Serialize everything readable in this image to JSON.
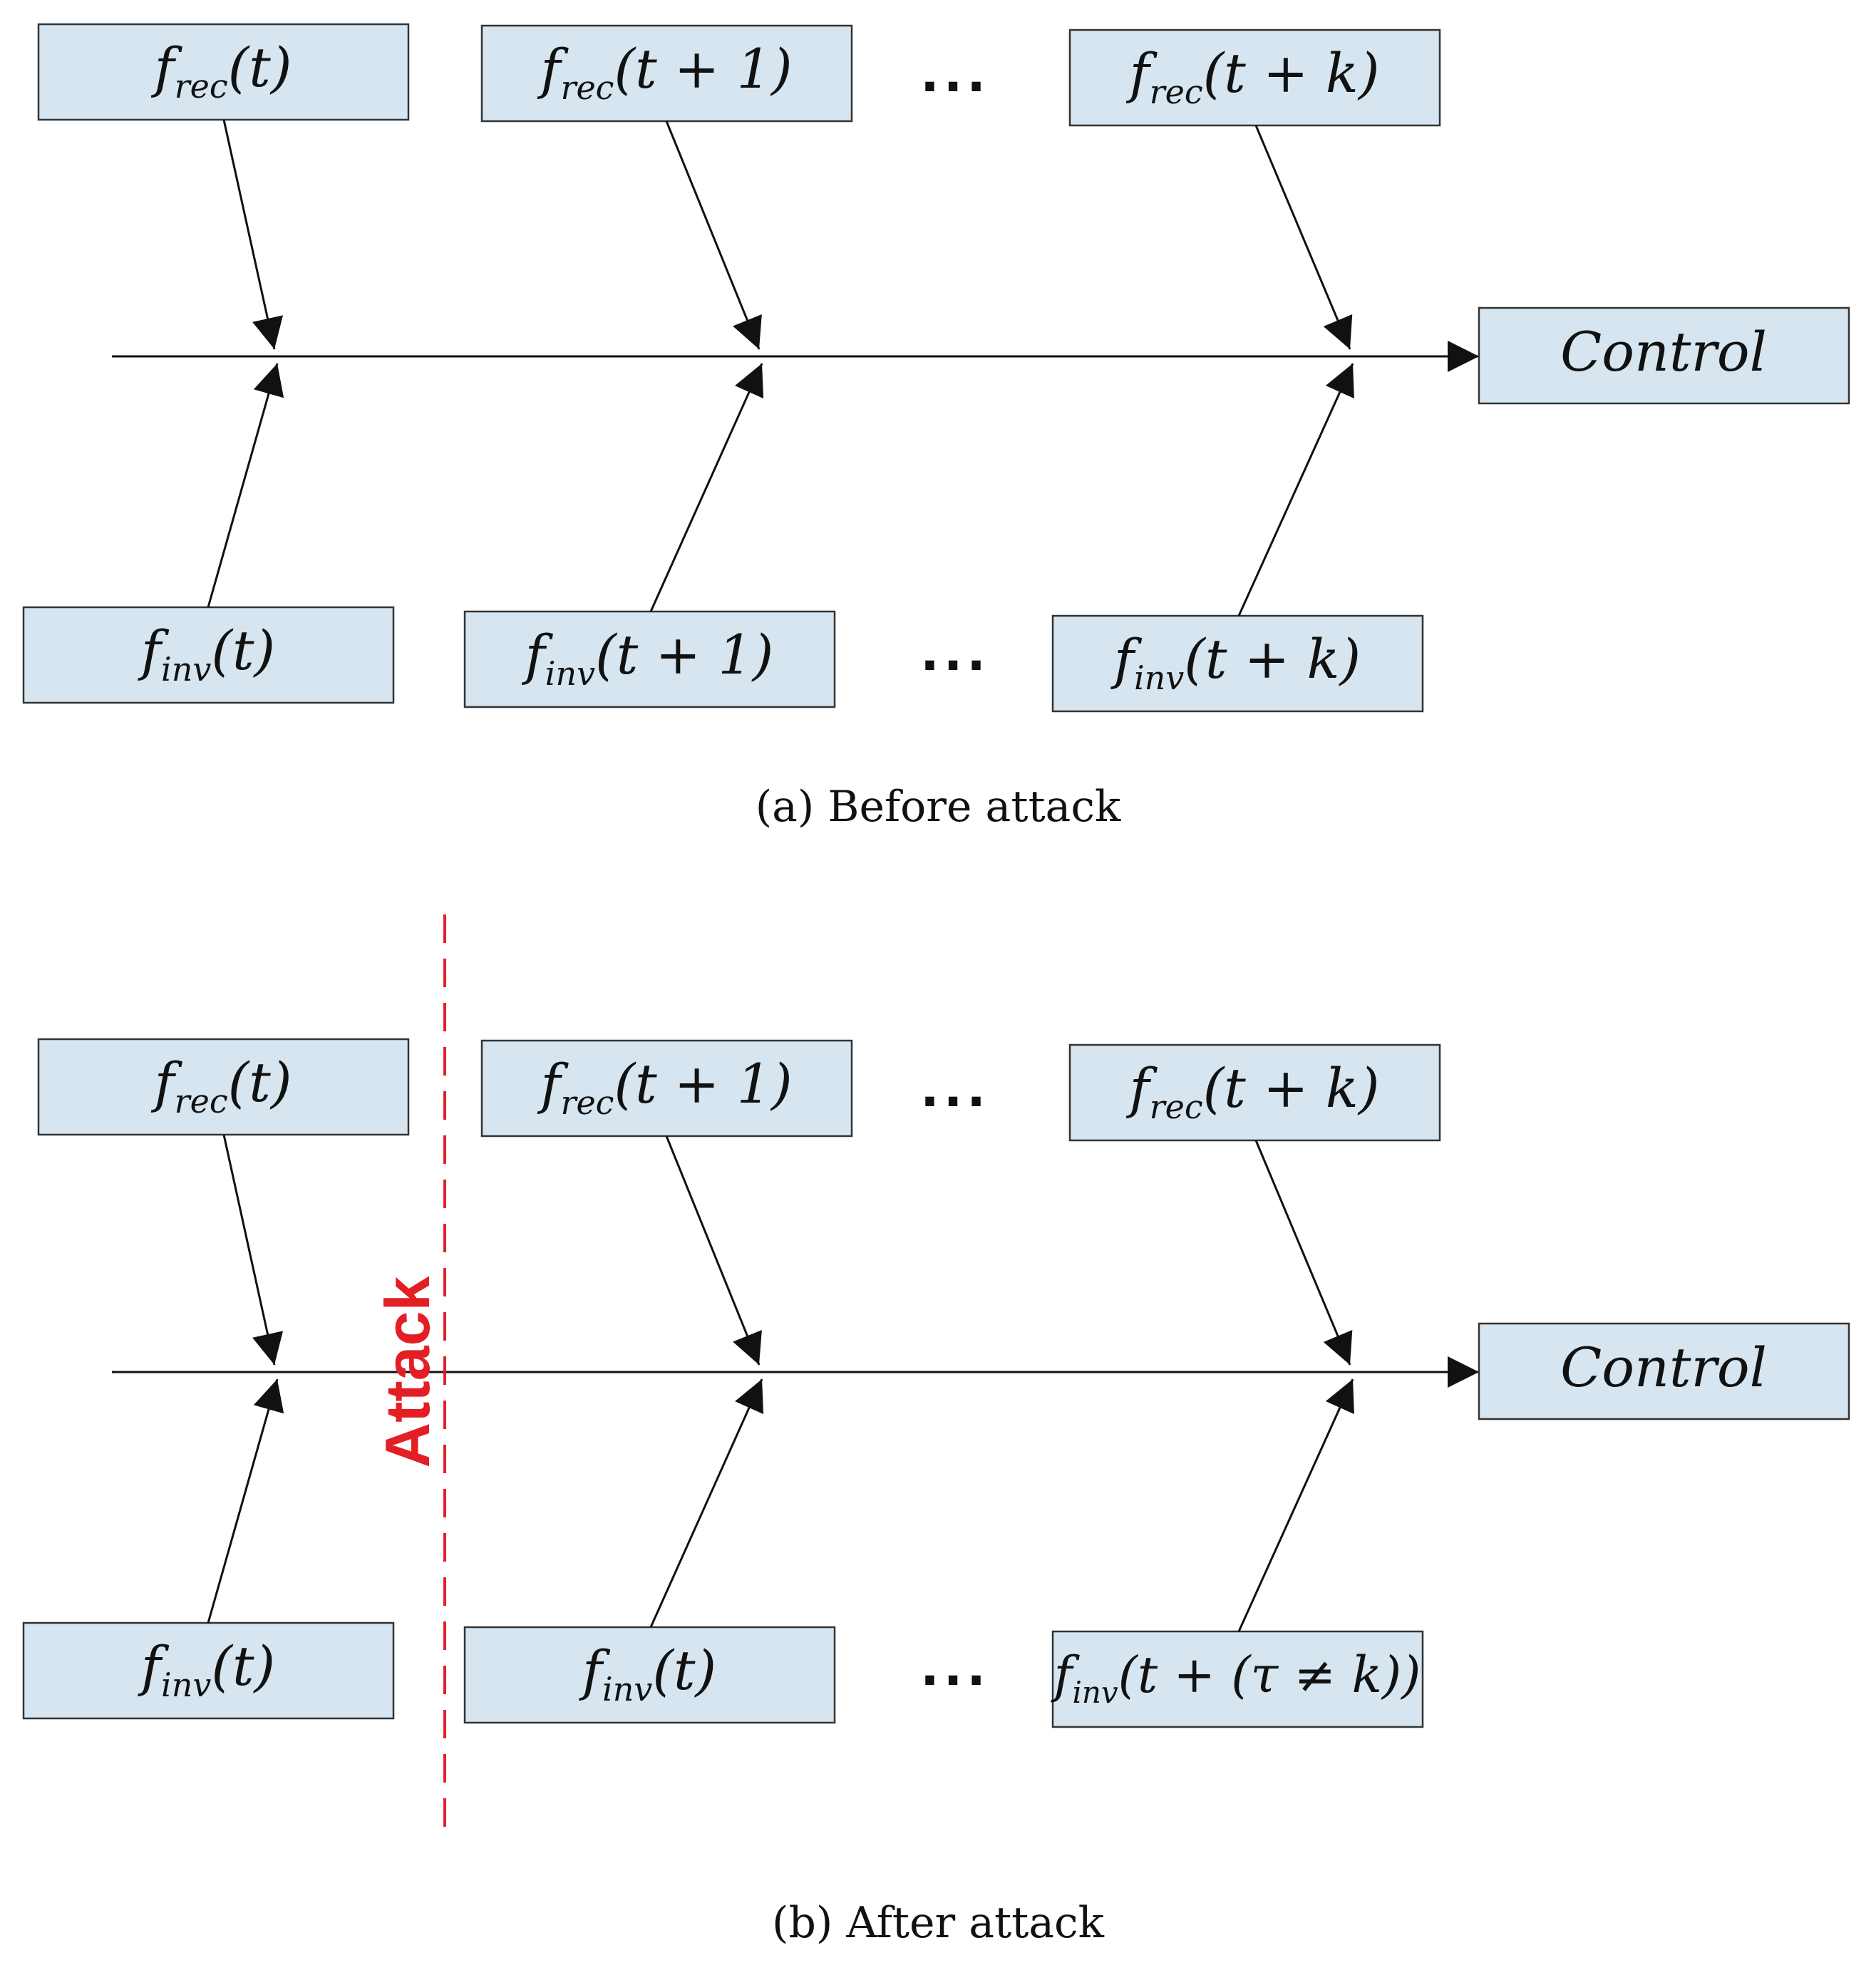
{
  "panel_a": {
    "rec_boxes": [
      {
        "fn": "f",
        "sub": "rec",
        "arg": "(t)"
      },
      {
        "fn": "f",
        "sub": "rec",
        "arg": "(t + 1)"
      },
      {
        "fn": "f",
        "sub": "rec",
        "arg": "(t + k)"
      }
    ],
    "inv_boxes": [
      {
        "fn": "f",
        "sub": "inv",
        "arg": "(t)"
      },
      {
        "fn": "f",
        "sub": "inv",
        "arg": "(t + 1)"
      },
      {
        "fn": "f",
        "sub": "inv",
        "arg": "(t + k)"
      }
    ],
    "ellipsis": "...",
    "control_label": "Control",
    "caption": "(a)  Before attack"
  },
  "panel_b": {
    "rec_boxes": [
      {
        "fn": "f",
        "sub": "rec",
        "arg": "(t)"
      },
      {
        "fn": "f",
        "sub": "rec",
        "arg": "(t + 1)"
      },
      {
        "fn": "f",
        "sub": "rec",
        "arg": "(t + k)"
      }
    ],
    "inv_boxes": [
      {
        "fn": "f",
        "sub": "inv",
        "arg": "(t)"
      },
      {
        "fn": "f",
        "sub": "inv",
        "arg": "(t)"
      },
      {
        "fn": "f",
        "sub": "inv",
        "arg": "(t + (τ ≠ k))"
      }
    ],
    "ellipsis": "...",
    "control_label": "Control",
    "attack_label": "Attack",
    "caption": "(b)  After attack"
  },
  "colors": {
    "box_fill": "#d6e5ef",
    "attack": "#e31e24"
  }
}
